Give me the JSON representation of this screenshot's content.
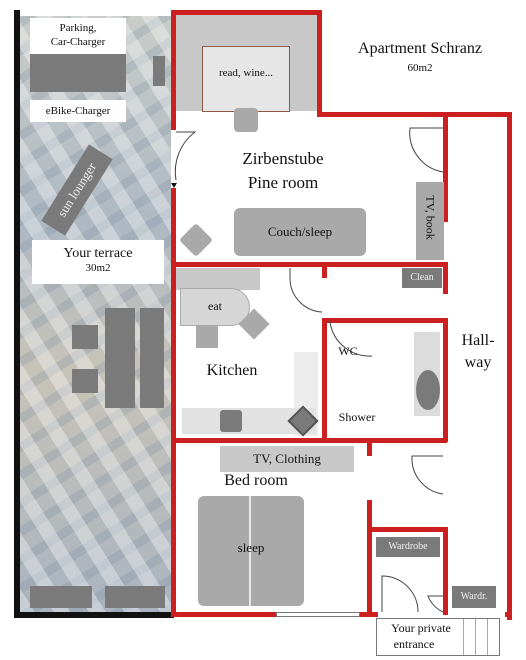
{
  "header": {
    "title": "Apartment Schranz",
    "area": "60m2"
  },
  "terrace": {
    "parking": "Parking,\nCar-Charger",
    "ebike": "eBike-Charger",
    "sun_lounger": "sun lounger",
    "title": "Your terrace",
    "area": "30m2"
  },
  "rooms": {
    "read_wine": "read, wine...",
    "pine_room_de": "Zirbenstube",
    "pine_room_en": "Pine room",
    "couch": "Couch/sleep",
    "tv_book": "TV, book",
    "clean": "Clean",
    "eat": "eat",
    "kitchen": "Kitchen",
    "wc": "WC",
    "shower": "Shower",
    "hallway_1": "Hall-",
    "hallway_2": "way",
    "tv_clothing": "TV, Clothing",
    "bedroom": "Bed room",
    "sleep": "sleep",
    "wardrobe": "Wardrobe",
    "wardr": "Wardr.",
    "entrance_1": "Your private",
    "entrance_2": "entrance"
  },
  "colors": {
    "walls": "#cc1f1f",
    "terrace_border": "#111111"
  }
}
